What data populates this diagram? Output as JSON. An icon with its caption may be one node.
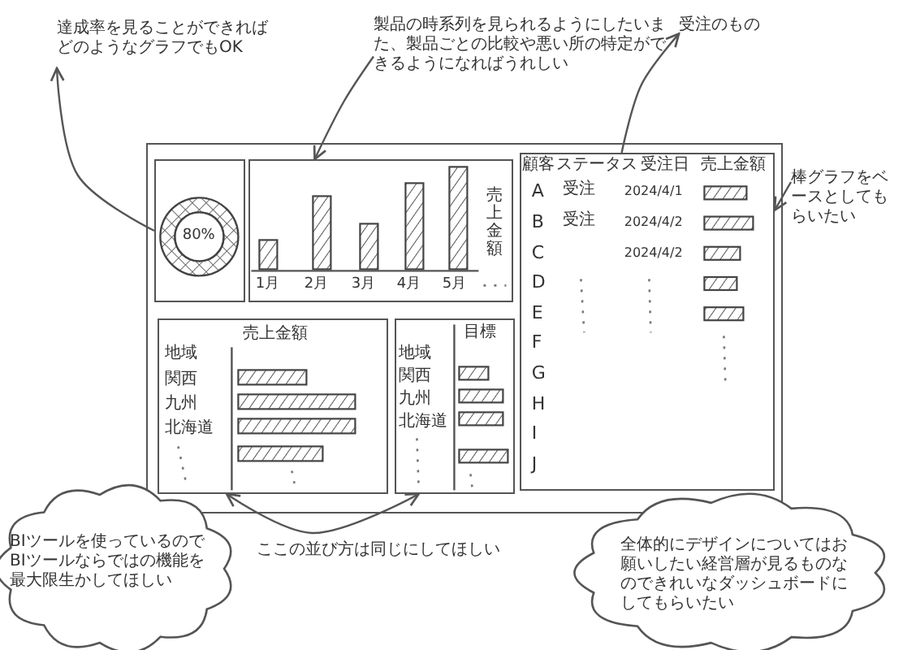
{
  "diagram": {
    "nodes": [
      {
        "text": [
          "達成率を見ることができればどのようなグラフでもOK"
        ]
      },
      {
        "text": [
          "製品の時系列を見られるようにしたいまた、製品ごとの比較や悪い所の特定ができるようになればうれしい"
        ]
      },
      {
        "text": [
          "受注のもの"
        ]
      },
      {
        "text": [
          "棒グラフをベースとしてもらいたい"
        ]
      },
      {
        "text": [],
        "shape": "box"
      },
      {
        "text": [
          "80%"
        ],
        "in": 4
      },
      {
        "text": [
          "売上金額",
          "1月",
          "2月",
          "3月",
          "4月",
          "5月"
        ],
        "in": 4
      },
      {
        "text": [
          "売上金額",
          "地域",
          "関西",
          "九州",
          "北海道"
        ],
        "in": 4
      },
      {
        "text": [
          "地域",
          "目標",
          "関西",
          "九州",
          "北海道"
        ],
        "in": 4
      },
      {
        "text": [
          "顧客",
          "ステータス",
          "受注日",
          "売上金額",
          "A",
          "受注",
          "2024/4/1",
          "B",
          "受注",
          "2024/4/2",
          "C",
          "2024/4/2",
          "D",
          "E",
          "F",
          "G",
          "H",
          "I",
          "J"
        ],
        "in": 4
      },
      {
        "text": [
          "BIツールを使っているのでBIツールならではの機能を最大限生かしてほしい"
        ]
      },
      {
        "text": [
          "全体的にデザインについてはお願いしたい経営層が見るものなのできれいなダッシュボードにしてもらいたい"
        ]
      }
    ],
    "edges": [
      {
        "from": 5,
        "to": 0,
        "arrow": "to"
      },
      {
        "from": 1,
        "to": 6,
        "arrow": "to"
      },
      {
        "from": 9,
        "to": 2,
        "arrow": "to"
      },
      {
        "from": 3,
        "to": 9,
        "arrow": "to"
      },
      {
        "from": 7,
        "to": 8,
        "arrow": "both"
      }
    ],
    "labels": [
      "ここの並び方は同じにしてほしい"
    ]
  }
}
